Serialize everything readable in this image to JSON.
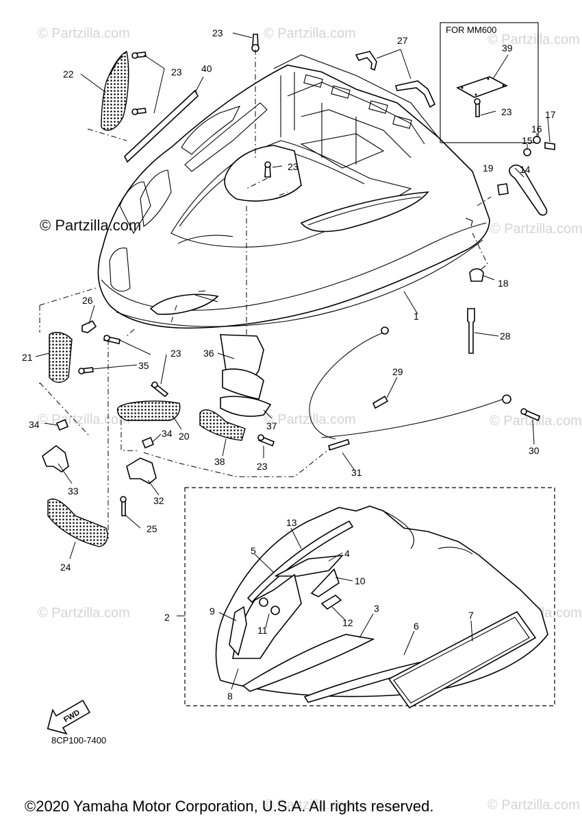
{
  "watermark": {
    "corner_text": "© Partzilla.com",
    "main_text": "© Partzilla.com"
  },
  "inset_label": "FOR MM600",
  "figure_code": "8CP100-7400",
  "fwd_label": "FWD",
  "copyright": "©2020 Yamaha Motor Corporation, U.S.A. All rights reserved.",
  "callouts": {
    "c1": "1",
    "c2": "2",
    "c3": "3",
    "c4": "4",
    "c5": "5",
    "c6": "6",
    "c7": "7",
    "c8": "8",
    "c9": "9",
    "c10": "10",
    "c11": "11",
    "c12": "12",
    "c13": "13",
    "c14": "14",
    "c15": "15",
    "c16": "16",
    "c17": "17",
    "c18": "18",
    "c19": "19",
    "c20": "20",
    "c21": "21",
    "c22": "22",
    "c23": "23",
    "c24": "24",
    "c25": "25",
    "c26": "26",
    "c27": "27",
    "c28": "28",
    "c29": "29",
    "c30": "30",
    "c31": "31",
    "c32": "32",
    "c33": "33",
    "c34": "34",
    "c35": "35",
    "c36": "36",
    "c37": "37",
    "c38": "38",
    "c39": "39",
    "c40": "40"
  }
}
